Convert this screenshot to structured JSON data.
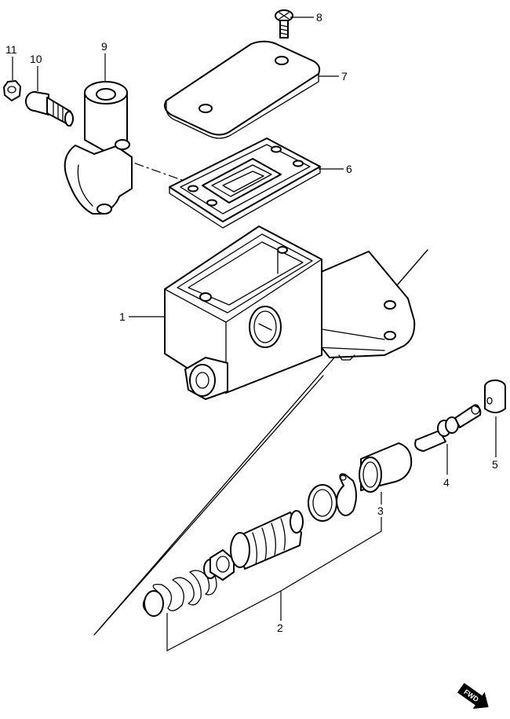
{
  "diagram": {
    "callouts": [
      {
        "id": "callout-1",
        "label": "1"
      },
      {
        "id": "callout-2",
        "label": "2"
      },
      {
        "id": "callout-3",
        "label": "3"
      },
      {
        "id": "callout-4",
        "label": "4"
      },
      {
        "id": "callout-5",
        "label": "5"
      },
      {
        "id": "callout-6",
        "label": "6"
      },
      {
        "id": "callout-7",
        "label": "7"
      },
      {
        "id": "callout-8",
        "label": "8"
      },
      {
        "id": "callout-9",
        "label": "9"
      },
      {
        "id": "callout-10",
        "label": "10"
      },
      {
        "id": "callout-11",
        "label": "11"
      }
    ],
    "direction_badge": {
      "label": "FWD",
      "icon": "forward-arrow-icon"
    },
    "colors": {
      "line": "#000000",
      "fill": "#ffffff",
      "badge": "#000000"
    }
  }
}
